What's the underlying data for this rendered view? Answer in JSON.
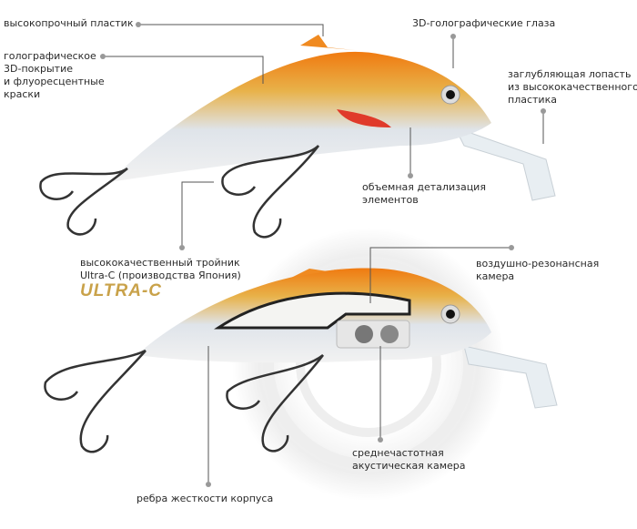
{
  "labels": {
    "plastic": "высокопрочный пластик",
    "holo_coating": [
      "голографическое",
      "3D-покрытие",
      "и флуоресцентные",
      "краски"
    ],
    "eyes": "3D-голографические глаза",
    "lip": [
      "заглубляющая лопасть",
      "из высококачественного",
      "пластика"
    ],
    "detail": [
      "объемная детализация",
      "элементов"
    ],
    "hooks": [
      "высококачественный тройник",
      "Ultra-C (производства Япония)"
    ],
    "air_chamber": [
      "воздушно-резонансная",
      "камера"
    ],
    "acoustic_chamber": [
      "среднечастотная",
      "акустическая камера"
    ],
    "ribs": "ребра жесткости корпуса"
  },
  "logo_text": "ULTRA-C",
  "colors": {
    "orange": "#f07a10",
    "gold": "#e8b24a",
    "logo": "#c9a24a",
    "leader": "#555555",
    "dot": "#999999"
  }
}
